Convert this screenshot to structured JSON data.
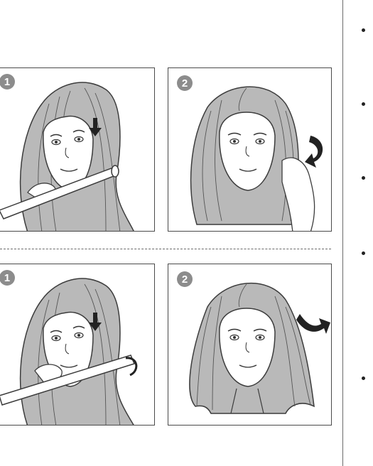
{
  "panels": {
    "top_left": {
      "step": "1"
    },
    "top_right": {
      "step": "2"
    },
    "bottom_left": {
      "step": "1"
    },
    "bottom_right": {
      "step": "2"
    }
  },
  "bullet_count": 5,
  "colors": {
    "border": "#4a4a4a",
    "badge": "#8c8c8c",
    "hair": "#b9b9b9",
    "line": "#3c3c3c"
  },
  "icons": [
    "curling-iron-icon",
    "rotation-arrow-icon",
    "down-arrow-icon"
  ]
}
